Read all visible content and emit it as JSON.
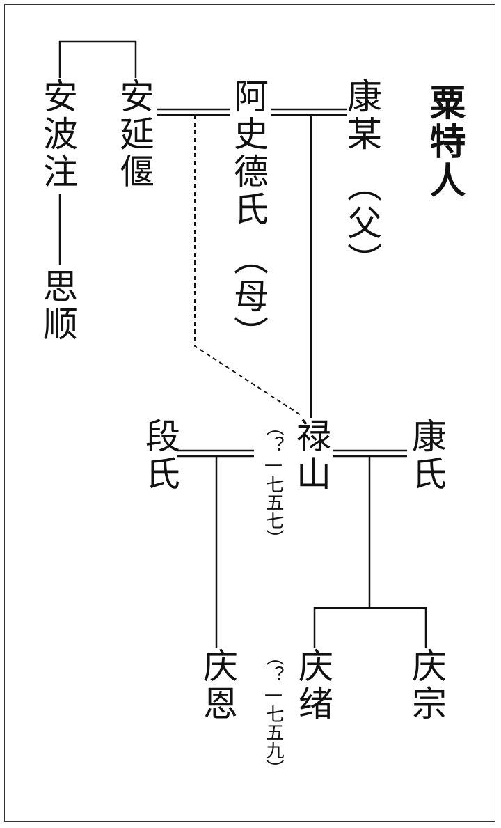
{
  "title": "粟特人",
  "people": {
    "kang_mou": {
      "name": "康某",
      "role": "（父）"
    },
    "ashide": {
      "name": "阿史德氏",
      "role": "（母）"
    },
    "an_yanyan": {
      "name": "安延偃"
    },
    "an_bozhu": {
      "name": "安波注"
    },
    "sishun": {
      "name": "思顺"
    },
    "lushan": {
      "name": "禄山",
      "dates": "（？—七五七）"
    },
    "duan": {
      "name": "段氏"
    },
    "kang_wife": {
      "name": "康氏"
    },
    "qingen": {
      "name": "庆恩"
    },
    "qingxu": {
      "name": "庆绪",
      "dates": "（？—七五九）"
    },
    "qingzong": {
      "name": "庆宗"
    }
  },
  "colors": {
    "line": "#111111",
    "frame": "#333333",
    "text": "#111111"
  }
}
